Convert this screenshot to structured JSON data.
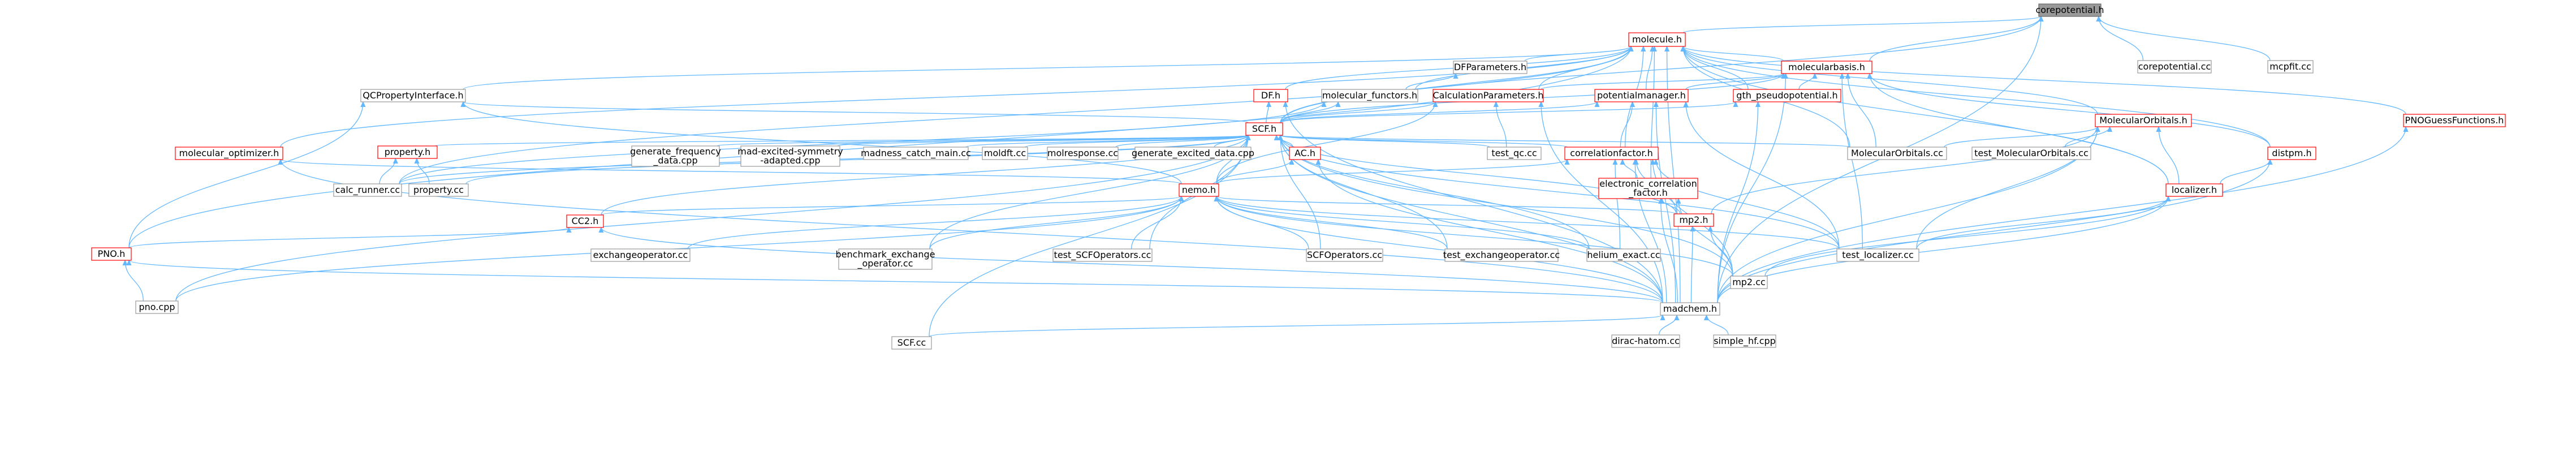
{
  "colors": {
    "edge": "#63b8ff",
    "red_border": "#ff0000",
    "grey_border": "#999999",
    "root_fill": "#999999"
  },
  "nodes": [
    {
      "id": "corepot",
      "label": "corepotential.h",
      "style": "root"
    },
    {
      "id": "molecule",
      "label": "molecule.h",
      "style": "red"
    },
    {
      "id": "corepotcc",
      "label": "corepotential.cc",
      "style": "grey"
    },
    {
      "id": "mcpfit",
      "label": "mcpfit.cc",
      "style": "grey"
    },
    {
      "id": "dfparams",
      "label": "DFParameters.h",
      "style": "grey"
    },
    {
      "id": "molbasis",
      "label": "molecularbasis.h",
      "style": "red"
    },
    {
      "id": "qcprop",
      "label": "QCPropertyInterface.h",
      "style": "grey"
    },
    {
      "id": "dfh",
      "label": "DF.h",
      "style": "red"
    },
    {
      "id": "molfunc",
      "label": "molecular_functors.h",
      "style": "grey"
    },
    {
      "id": "calcparams",
      "label": "CalculationParameters.h",
      "style": "red"
    },
    {
      "id": "potman",
      "label": "potentialmanager.h",
      "style": "red"
    },
    {
      "id": "gthpseudo",
      "label": "gth_pseudopotential.h",
      "style": "red"
    },
    {
      "id": "pnoguess",
      "label": "PNOGuessFunctions.h",
      "style": "red"
    },
    {
      "id": "scfh",
      "label": "SCF.h",
      "style": "red"
    },
    {
      "id": "molorbs",
      "label": "MolecularOrbitals.h",
      "style": "red"
    },
    {
      "id": "molopt",
      "label": "molecular_optimizer.h",
      "style": "red"
    },
    {
      "id": "property",
      "label": "property.h",
      "style": "red"
    },
    {
      "id": "genfreq",
      "label": "generate_frequency\n_data.cpp",
      "style": "grey"
    },
    {
      "id": "madexc",
      "label": "mad-excited-symmetry\n-adapted.cpp",
      "style": "grey"
    },
    {
      "id": "madcatch",
      "label": "madness_catch_main.cc",
      "style": "grey"
    },
    {
      "id": "moldft",
      "label": "moldft.cc",
      "style": "grey"
    },
    {
      "id": "molresp",
      "label": "molresponse.cc",
      "style": "grey"
    },
    {
      "id": "genexc",
      "label": "generate_excited_data.cpp",
      "style": "grey"
    },
    {
      "id": "ach",
      "label": "AC.h",
      "style": "red"
    },
    {
      "id": "testqc",
      "label": "test_qc.cc",
      "style": "grey"
    },
    {
      "id": "corrfac",
      "label": "correlationfactor.h",
      "style": "red"
    },
    {
      "id": "molorbscc",
      "label": "MolecularOrbitals.cc",
      "style": "grey"
    },
    {
      "id": "testmolorbs",
      "label": "test_MolecularOrbitals.cc",
      "style": "grey"
    },
    {
      "id": "distpm",
      "label": "distpm.h",
      "style": "red"
    },
    {
      "id": "calcrunner",
      "label": "calc_runner.cc",
      "style": "grey"
    },
    {
      "id": "propertycc",
      "label": "property.cc",
      "style": "grey"
    },
    {
      "id": "nemo",
      "label": "nemo.h",
      "style": "red"
    },
    {
      "id": "eleccorr",
      "label": "electronic_correlation\n_factor.h",
      "style": "red"
    },
    {
      "id": "localizer",
      "label": "localizer.h",
      "style": "red"
    },
    {
      "id": "cc2",
      "label": "CC2.h",
      "style": "red"
    },
    {
      "id": "exchop",
      "label": "exchangeoperator.cc",
      "style": "grey"
    },
    {
      "id": "benchex",
      "label": "benchmark_exchange\n_operator.cc",
      "style": "grey"
    },
    {
      "id": "testscfops",
      "label": "test_SCFOperators.cc",
      "style": "grey"
    },
    {
      "id": "scfops",
      "label": "SCFOperators.cc",
      "style": "grey"
    },
    {
      "id": "testexch",
      "label": "test_exchangeoperator.cc",
      "style": "grey"
    },
    {
      "id": "heliumex",
      "label": "helium_exact.cc",
      "style": "grey"
    },
    {
      "id": "mp2h",
      "label": "mp2.h",
      "style": "red"
    },
    {
      "id": "testloc",
      "label": "test_localizer.cc",
      "style": "grey"
    },
    {
      "id": "pnoh",
      "label": "PNO.h",
      "style": "red"
    },
    {
      "id": "mp2cc",
      "label": "mp2.cc",
      "style": "grey"
    },
    {
      "id": "pnocpp",
      "label": "pno.cpp",
      "style": "grey"
    },
    {
      "id": "madchem",
      "label": "madchem.h",
      "style": "grey"
    },
    {
      "id": "scfcc",
      "label": "SCF.cc",
      "style": "grey"
    },
    {
      "id": "dirac",
      "label": "dirac-hatom.cc",
      "style": "grey"
    },
    {
      "id": "simplehf",
      "label": "simple_hf.cpp",
      "style": "grey"
    }
  ],
  "edges": [
    [
      "molecule",
      "corepot"
    ],
    [
      "corepotcc",
      "corepot"
    ],
    [
      "mcpfit",
      "corepot"
    ],
    [
      "molbasis",
      "corepot"
    ],
    [
      "scfh",
      "corepot"
    ],
    [
      "madchem",
      "corepot"
    ],
    [
      "dfparams",
      "molecule"
    ],
    [
      "molbasis",
      "molecule"
    ],
    [
      "qcprop",
      "molecule"
    ],
    [
      "dfh",
      "molecule"
    ],
    [
      "molfunc",
      "molecule"
    ],
    [
      "calcparams",
      "molecule"
    ],
    [
      "potman",
      "molecule"
    ],
    [
      "gthpseudo",
      "molecule"
    ],
    [
      "pnoguess",
      "molecule"
    ],
    [
      "scfh",
      "molecule"
    ],
    [
      "molorbs",
      "molecule"
    ],
    [
      "molopt",
      "molecule"
    ],
    [
      "corrfac",
      "molecule"
    ],
    [
      "molorbscc",
      "molecule"
    ],
    [
      "distpm",
      "molecule"
    ],
    [
      "localizer",
      "molecule"
    ],
    [
      "eleccorr",
      "molecule"
    ],
    [
      "pnoh",
      "molecule"
    ],
    [
      "madchem",
      "molecule"
    ],
    [
      "calcrunner",
      "molecule"
    ],
    [
      "molfunc",
      "dfparams"
    ],
    [
      "calcparams",
      "molbasis"
    ],
    [
      "potman",
      "molbasis"
    ],
    [
      "gthpseudo",
      "molbasis"
    ],
    [
      "scfh",
      "molbasis"
    ],
    [
      "molorbscc",
      "molbasis"
    ],
    [
      "distpm",
      "molbasis"
    ],
    [
      "localizer",
      "molbasis"
    ],
    [
      "testloc",
      "molbasis"
    ],
    [
      "madchem",
      "molbasis"
    ],
    [
      "scfh",
      "qcprop"
    ],
    [
      "nemo",
      "qcprop"
    ],
    [
      "pnoh",
      "qcprop"
    ],
    [
      "scfh",
      "dfh"
    ],
    [
      "madchem",
      "dfh"
    ],
    [
      "scfh",
      "molfunc"
    ],
    [
      "calcrunner",
      "molfunc"
    ],
    [
      "scfh",
      "calcparams"
    ],
    [
      "testqc",
      "calcparams"
    ],
    [
      "nemo",
      "calcparams"
    ],
    [
      "madchem",
      "calcparams"
    ],
    [
      "scfh",
      "potman"
    ],
    [
      "corrfac",
      "potman"
    ],
    [
      "testloc",
      "potman"
    ],
    [
      "madchem",
      "potman"
    ],
    [
      "scfh",
      "gthpseudo"
    ],
    [
      "madchem",
      "gthpseudo"
    ],
    [
      "madchem",
      "pnoguess"
    ],
    [
      "molorbscc",
      "molorbs"
    ],
    [
      "testmolorbs",
      "molorbs"
    ],
    [
      "localizer",
      "molorbs"
    ],
    [
      "testloc",
      "molorbs"
    ],
    [
      "mp2h",
      "molorbs"
    ],
    [
      "madchem",
      "molorbs"
    ],
    [
      "localizer",
      "distpm"
    ],
    [
      "madchem",
      "distpm"
    ],
    [
      "property",
      "scfh"
    ],
    [
      "genfreq",
      "scfh"
    ],
    [
      "madexc",
      "scfh"
    ],
    [
      "madcatch",
      "scfh"
    ],
    [
      "moldft",
      "scfh"
    ],
    [
      "molresp",
      "scfh"
    ],
    [
      "genexc",
      "scfh"
    ],
    [
      "ach",
      "scfh"
    ],
    [
      "testqc",
      "scfh"
    ],
    [
      "corrfac",
      "scfh"
    ],
    [
      "molorbscc",
      "scfh"
    ],
    [
      "nemo",
      "scfh"
    ],
    [
      "cc2",
      "scfh"
    ],
    [
      "benchex",
      "scfh"
    ],
    [
      "testscfops",
      "scfh"
    ],
    [
      "scfops",
      "scfh"
    ],
    [
      "testexch",
      "scfh"
    ],
    [
      "heliumex",
      "scfh"
    ],
    [
      "mp2h",
      "scfh"
    ],
    [
      "testloc",
      "scfh"
    ],
    [
      "mp2cc",
      "scfh"
    ],
    [
      "pnocpp",
      "scfh"
    ],
    [
      "madchem",
      "scfh"
    ],
    [
      "scfcc",
      "scfh"
    ],
    [
      "calcrunner",
      "scfh"
    ],
    [
      "propertycc",
      "scfh"
    ],
    [
      "nemo",
      "molopt"
    ],
    [
      "madchem",
      "molopt"
    ],
    [
      "calcrunner",
      "property"
    ],
    [
      "propertycc",
      "property"
    ],
    [
      "nemo",
      "ach"
    ],
    [
      "madchem",
      "ach"
    ],
    [
      "nemo",
      "corrfac"
    ],
    [
      "eleccorr",
      "corrfac"
    ],
    [
      "heliumex",
      "corrfac"
    ],
    [
      "mp2h",
      "corrfac"
    ],
    [
      "testloc",
      "corrfac"
    ],
    [
      "mp2cc",
      "corrfac"
    ],
    [
      "madchem",
      "corrfac"
    ],
    [
      "cc2",
      "nemo"
    ],
    [
      "exchop",
      "nemo"
    ],
    [
      "benchex",
      "nemo"
    ],
    [
      "testscfops",
      "nemo"
    ],
    [
      "scfops",
      "nemo"
    ],
    [
      "testexch",
      "nemo"
    ],
    [
      "heliumex",
      "nemo"
    ],
    [
      "mp2h",
      "nemo"
    ],
    [
      "testloc",
      "nemo"
    ],
    [
      "mp2cc",
      "nemo"
    ],
    [
      "pnocpp",
      "nemo"
    ],
    [
      "madchem",
      "nemo"
    ],
    [
      "mp2h",
      "eleccorr"
    ],
    [
      "mp2cc",
      "eleccorr"
    ],
    [
      "madchem",
      "eleccorr"
    ],
    [
      "testloc",
      "localizer"
    ],
    [
      "mp2cc",
      "localizer"
    ],
    [
      "madchem",
      "localizer"
    ],
    [
      "pnoh",
      "cc2"
    ],
    [
      "madchem",
      "cc2"
    ],
    [
      "mp2cc",
      "mp2h"
    ],
    [
      "madchem",
      "mp2h"
    ],
    [
      "pnocpp",
      "pnoh"
    ],
    [
      "madchem",
      "pnoh"
    ],
    [
      "scfcc",
      "madchem"
    ],
    [
      "dirac",
      "madchem"
    ],
    [
      "simplehf",
      "madchem"
    ]
  ]
}
